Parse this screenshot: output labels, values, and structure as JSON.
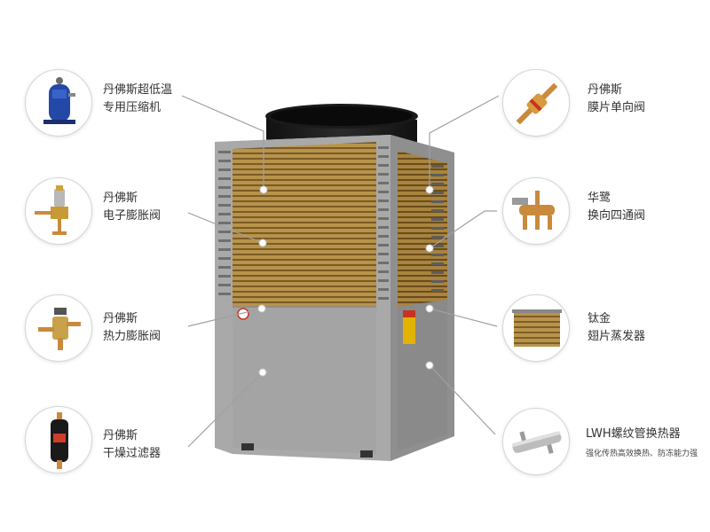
{
  "components": {
    "left": [
      {
        "line1": "丹佛斯超低温",
        "line2": "专用压缩机",
        "icon": "compressor-icon"
      },
      {
        "line1": "丹佛斯",
        "line2": "电子膨胀阀",
        "icon": "electronic-expansion-valve-icon"
      },
      {
        "line1": "丹佛斯",
        "line2": "热力膨胀阀",
        "icon": "thermal-expansion-valve-icon"
      },
      {
        "line1": "丹佛斯",
        "line2": "干燥过滤器",
        "icon": "drier-filter-icon"
      }
    ],
    "right": [
      {
        "line1": "丹佛斯",
        "line2": "膜片单向阀",
        "icon": "check-valve-icon"
      },
      {
        "line1": "华鹭",
        "line2": "换向四通阀",
        "icon": "four-way-valve-icon"
      },
      {
        "line1": "钛金",
        "line2": "翅片蒸发器",
        "icon": "fin-evaporator-icon"
      },
      {
        "line1": "LWH螺纹管换热器",
        "line2": "强化传热高效换热、防冻能力强",
        "icon": "heat-exchanger-icon"
      }
    ]
  },
  "colors": {
    "cabinet": "#a9a9a9",
    "coil": "#b8934a",
    "fan": "#222222",
    "leader_line": "#a0a0a0"
  }
}
